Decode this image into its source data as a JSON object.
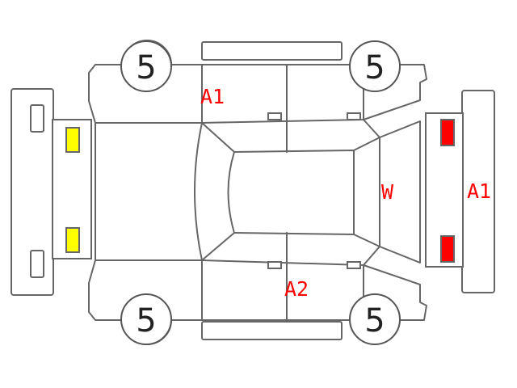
{
  "colors": {
    "outline": "#666666",
    "defect_text": "#ff0000",
    "lamp_front": "#ffff00",
    "lamp_rear": "#ff0000"
  },
  "wheels": {
    "front_left": "5",
    "rear_left": "5",
    "front_right": "5",
    "rear_right": "5"
  },
  "annotations": {
    "left_side": "A1",
    "rear": "A1",
    "right_side": "A2",
    "rear_window": "W"
  }
}
